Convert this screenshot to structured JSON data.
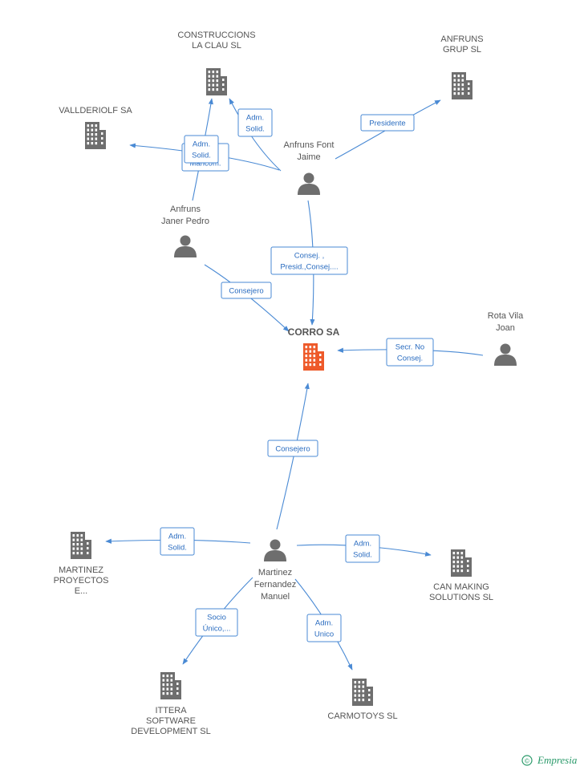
{
  "colors": {
    "edge": "#4a8ad4",
    "icon": "#6e6e6e",
    "main_company": "#ee5a2a",
    "brand": "#2a9a6a"
  },
  "companies": [
    {
      "id": "construccions",
      "lines": [
        "CONSTRUCCIONS",
        "LA CLAU SL"
      ]
    },
    {
      "id": "anfruns-grup",
      "lines": [
        "ANFRUNS",
        "GRUP SL"
      ]
    },
    {
      "id": "vallderiolf",
      "lines": [
        "VALLDERIOLF SA"
      ]
    },
    {
      "id": "corro",
      "lines": [
        "CORRO SA"
      ],
      "main": true
    },
    {
      "id": "martinez-proyectos",
      "lines": [
        "MARTINEZ",
        "PROYECTOS",
        "E..."
      ]
    },
    {
      "id": "can-making",
      "lines": [
        "CAN MAKING",
        "SOLUTIONS SL"
      ]
    },
    {
      "id": "ittera",
      "lines": [
        "ITTERA",
        "SOFTWARE",
        "DEVELOPMENT SL"
      ]
    },
    {
      "id": "carmotoys",
      "lines": [
        "CARMOTOYS SL"
      ]
    }
  ],
  "people": [
    {
      "id": "anfruns-font",
      "lines": [
        "Anfruns Font",
        "Jaime"
      ]
    },
    {
      "id": "anfruns-janer",
      "lines": [
        "Anfruns",
        "Janer Pedro"
      ]
    },
    {
      "id": "rota-vila",
      "lines": [
        "Rota Vila",
        "Joan"
      ]
    },
    {
      "id": "martinez-fernandez",
      "lines": [
        "Martinez",
        "Fernandez",
        "Manuel"
      ]
    }
  ],
  "relations": [
    {
      "id": "font-construccions",
      "lines": [
        "Adm.",
        "Solid."
      ]
    },
    {
      "id": "font-vallderiolf",
      "lines": [
        "Adm.",
        "Mancom."
      ]
    },
    {
      "id": "janer-construccions",
      "lines": [
        "Adm.",
        "Solid."
      ]
    },
    {
      "id": "font-grup",
      "lines": [
        "Presidente"
      ]
    },
    {
      "id": "font-corro",
      "lines": [
        "Consej. ,",
        "Presid.,Consej...."
      ]
    },
    {
      "id": "janer-corro",
      "lines": [
        "Consejero"
      ]
    },
    {
      "id": "rota-corro",
      "lines": [
        "Secr.  No",
        "Consej."
      ]
    },
    {
      "id": "martinez-corro",
      "lines": [
        "Consejero"
      ]
    },
    {
      "id": "martinez-proyectos",
      "lines": [
        "Adm.",
        "Solid."
      ]
    },
    {
      "id": "martinez-canmaking",
      "lines": [
        "Adm.",
        "Solid."
      ]
    },
    {
      "id": "martinez-ittera",
      "lines": [
        "Socio",
        "Único,..."
      ]
    },
    {
      "id": "martinez-carmotoys",
      "lines": [
        "Adm.",
        "Unico"
      ]
    }
  ],
  "footer": {
    "copyright_symbol": "©",
    "brand": "Empresia"
  }
}
